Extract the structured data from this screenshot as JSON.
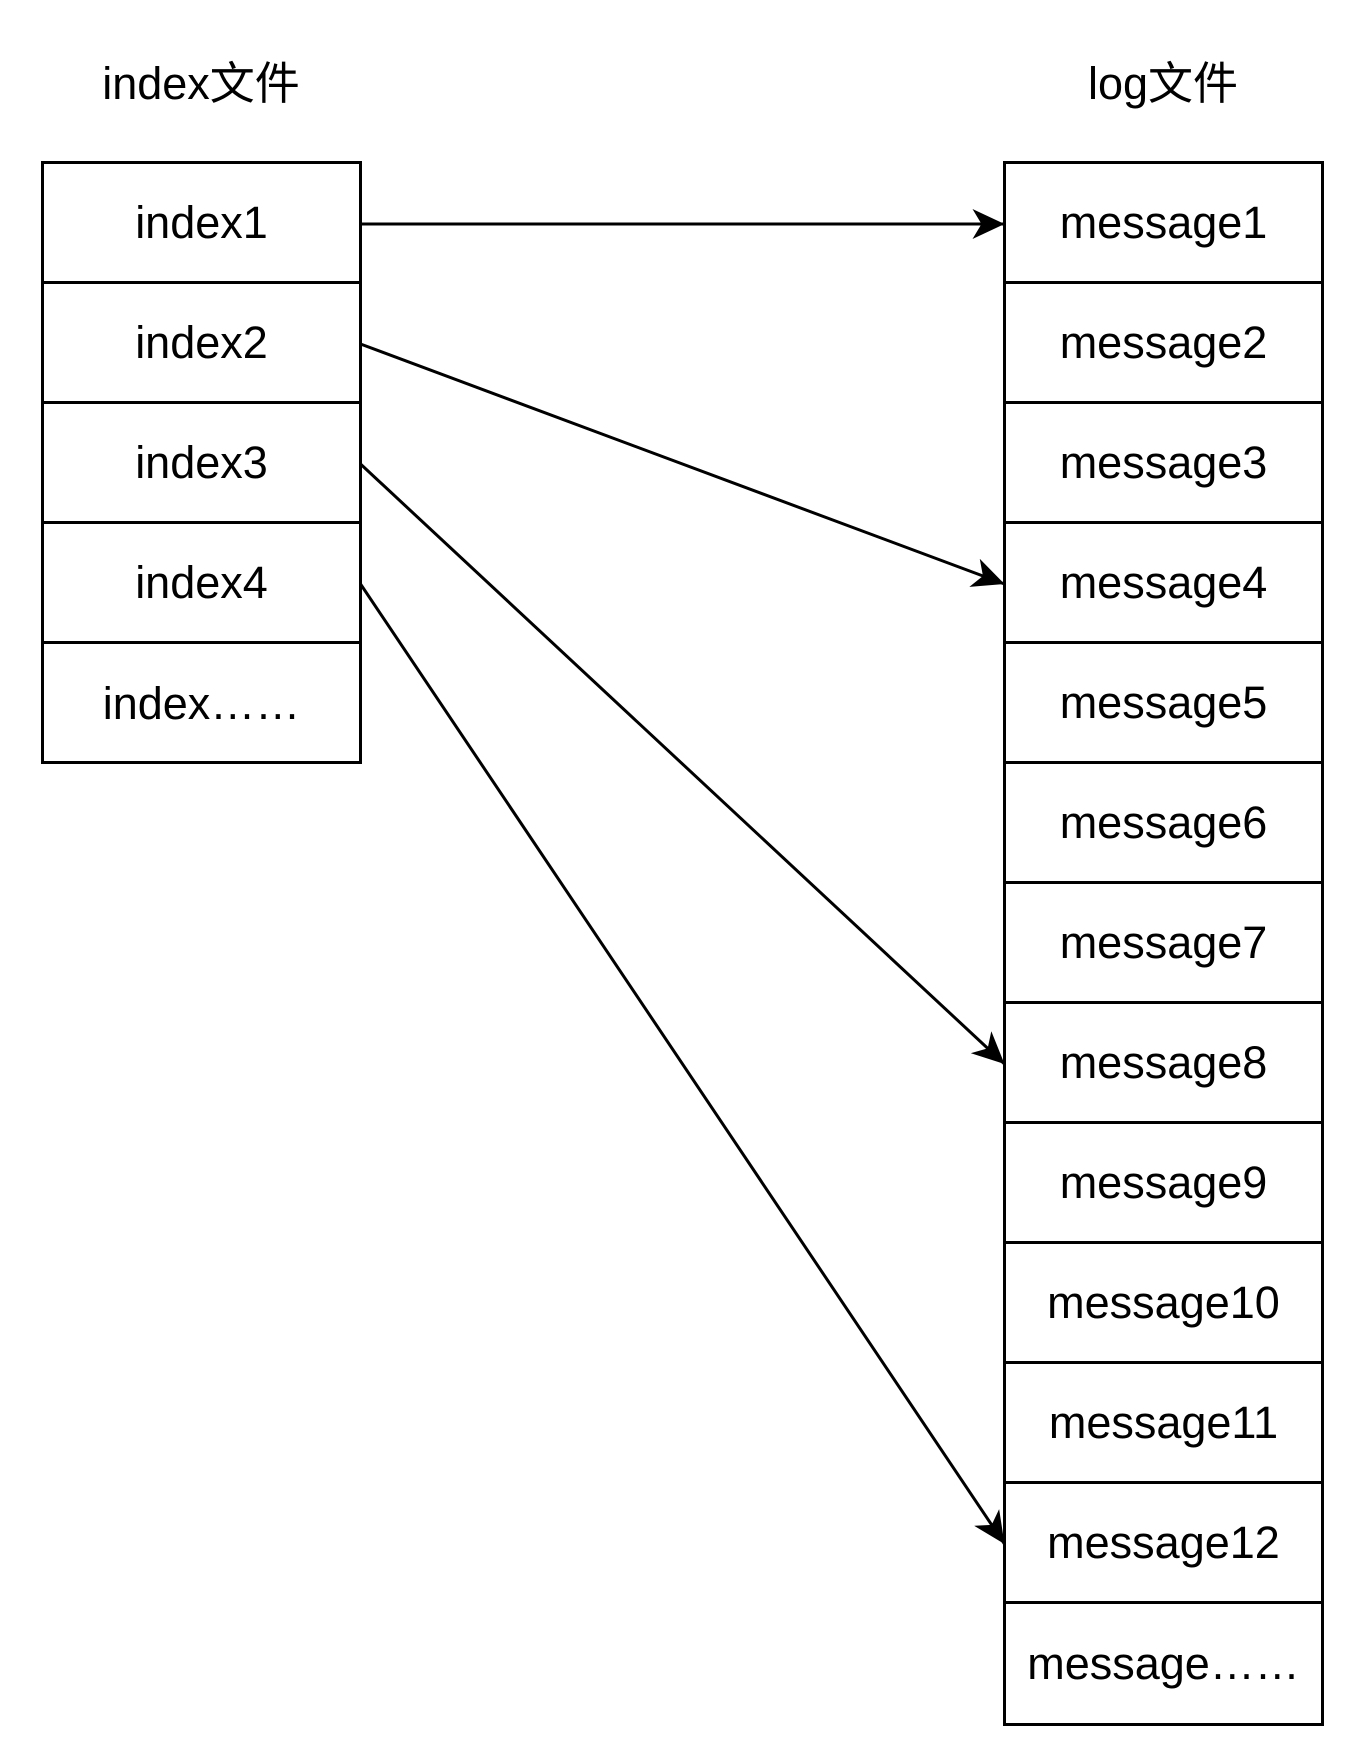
{
  "index_file": {
    "title": "index文件",
    "entries": [
      "index1",
      "index2",
      "index3",
      "index4",
      "index……"
    ]
  },
  "log_file": {
    "title": "log文件",
    "entries": [
      "message1",
      "message2",
      "message3",
      "message4",
      "message5",
      "message6",
      "message7",
      "message8",
      "message9",
      "message10",
      "message11",
      "message12",
      "message……"
    ]
  },
  "pointers": [
    {
      "from": "index1",
      "to": "message1"
    },
    {
      "from": "index2",
      "to": "message4"
    },
    {
      "from": "index3",
      "to": "message8"
    },
    {
      "from": "index4",
      "to": "message12"
    }
  ]
}
